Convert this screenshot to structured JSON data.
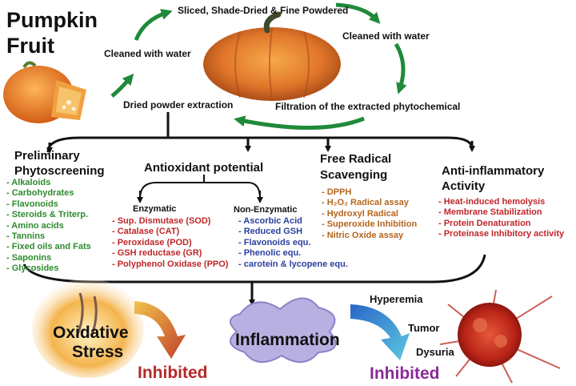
{
  "colors": {
    "green_list": "#2e8b2e",
    "red_list": "#c0262a",
    "blue_list": "#2b3f9e",
    "orange_list": "#b5651d",
    "inhibited_left": "#b52a2a",
    "inhibited_right": "#8a2a9a",
    "cycle_arrow": "#1f8a3a"
  },
  "header": {
    "title_line1": "Pumpkin",
    "title_line2": "Fruit"
  },
  "cycle": {
    "top": "Sliced, Shade-Dried & Fine Powdered",
    "left": "Cleaned with water",
    "right": "Cleaned with water",
    "bottom_left": "Dried powder extraction",
    "bottom_right": "Filtration of the extracted phytochemical"
  },
  "screening": {
    "heading_line1": "Preliminary",
    "heading_line2": "Phytoscreening",
    "items": [
      "Alkaloids",
      "Carbohydrates",
      "Flavonoids",
      "Steroids & Triterp.",
      "Amino acids",
      "Tannins",
      "Fixed oils and Fats",
      "Saponins",
      "Glycosides"
    ]
  },
  "antioxidant": {
    "heading": "Antioxidant potential",
    "enzymatic_heading": "Enzymatic",
    "enzymatic_items": [
      "Sup. Dismutase (SOD)",
      "Catalase (CAT)",
      "Peroxidase (POD)",
      "GSH reductase (GR)",
      "Polyphenol Oxidase (PPO)"
    ],
    "nonenzymatic_heading": "Non-Enzymatic",
    "nonenzymatic_items": [
      "Ascorbic Acid",
      "Reduced GSH",
      "Flavonoids equ.",
      "Phenolic equ.",
      "carotein & lycopene equ."
    ]
  },
  "free_radical": {
    "heading_line1": "Free Radical",
    "heading_line2": "Scavenging",
    "items": [
      "DPPH",
      "H₂O₂ Radical assay",
      "Hydroxyl Radical",
      "Superoxide Inhibition",
      "Nitric Oxide assay"
    ]
  },
  "anti_inflammatory": {
    "heading_line1": "Anti-inflammatory",
    "heading_line2": "Activity",
    "items": [
      "Heat-induced hemolysis",
      "Membrane Stabilization",
      "Protein Denaturation",
      "Proteinase Inhibitory activity"
    ]
  },
  "outcomes": {
    "oxidative_line1": "Oxidative",
    "oxidative_line2": "Stress",
    "inhibited_left": "Inhibited",
    "inflammation": "Inflammation",
    "hyperemia": "Hyperemia",
    "tumor": "Tumor",
    "dysuria": "Dysuria",
    "inhibited_right": "Inhibited"
  }
}
